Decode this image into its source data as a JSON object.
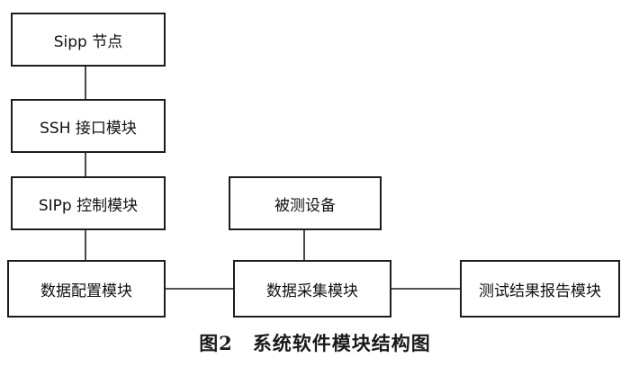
{
  "diagram": {
    "nodes": {
      "sipp_node": "Sipp 节点",
      "ssh_module": "SSH 接口模块",
      "sipp_control": "SIPp 控制模块",
      "data_config": "数据配置模块",
      "dut": "被测设备",
      "data_collect": "数据采集模块",
      "report": "测试结果报告模块"
    },
    "caption_number": "图2",
    "caption_text": "系统软件模块结构图"
  },
  "colors": {
    "border": "#1c1c1c",
    "text": "#111111",
    "background": "#ffffff"
  }
}
